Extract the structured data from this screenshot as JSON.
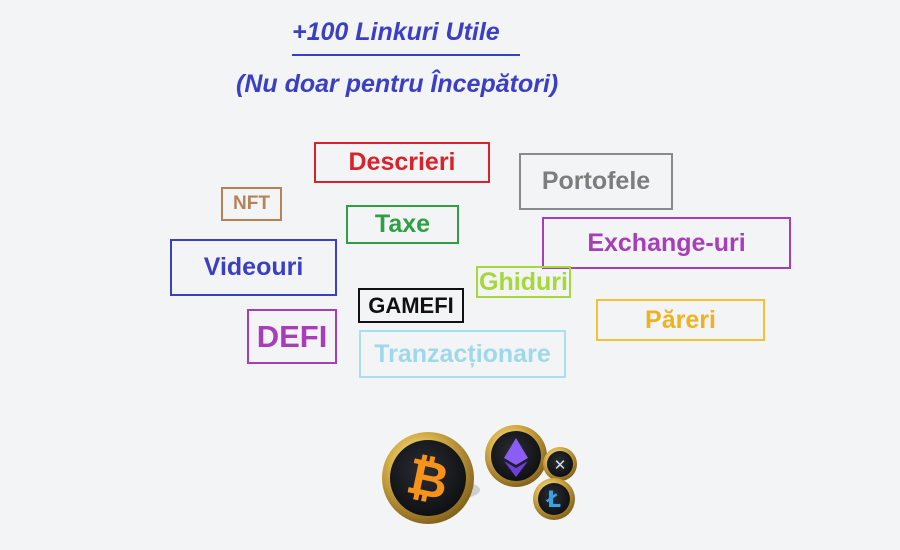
{
  "header": {
    "title": "+100 Linkuri Utile",
    "subtitle": "(Nu doar pentru Începători)"
  },
  "tags": {
    "descrieri": "Descrieri",
    "portofele": "Portofele",
    "nft": "NFT",
    "taxe": "Taxe",
    "exchange": "Exchange-uri",
    "videouri": "Videouri",
    "ghiduri": "Ghiduri",
    "gamefi": "GAMEFI",
    "pareri": "Păreri",
    "defi": "DEFI",
    "tranzactionare": "Tranzacționare"
  },
  "coins": {
    "icons": [
      "bitcoin-coin-icon",
      "ethereum-coin-icon",
      "xrp-coin-icon",
      "litecoin-coin-icon"
    ]
  },
  "colors": {
    "title": "#3b3fc4",
    "descrieri": "#d8232a",
    "portofele": "#8a8a8a",
    "nft": "#b5835a",
    "taxe": "#2ea043",
    "exchange": "#a83dba",
    "videouri": "#3b3fc4",
    "ghiduri": "#a6d83a",
    "gamefi": "#111111",
    "pareri": "#f2c233",
    "defi": "#a83dba",
    "tranzactionare": "#a6dfee"
  }
}
